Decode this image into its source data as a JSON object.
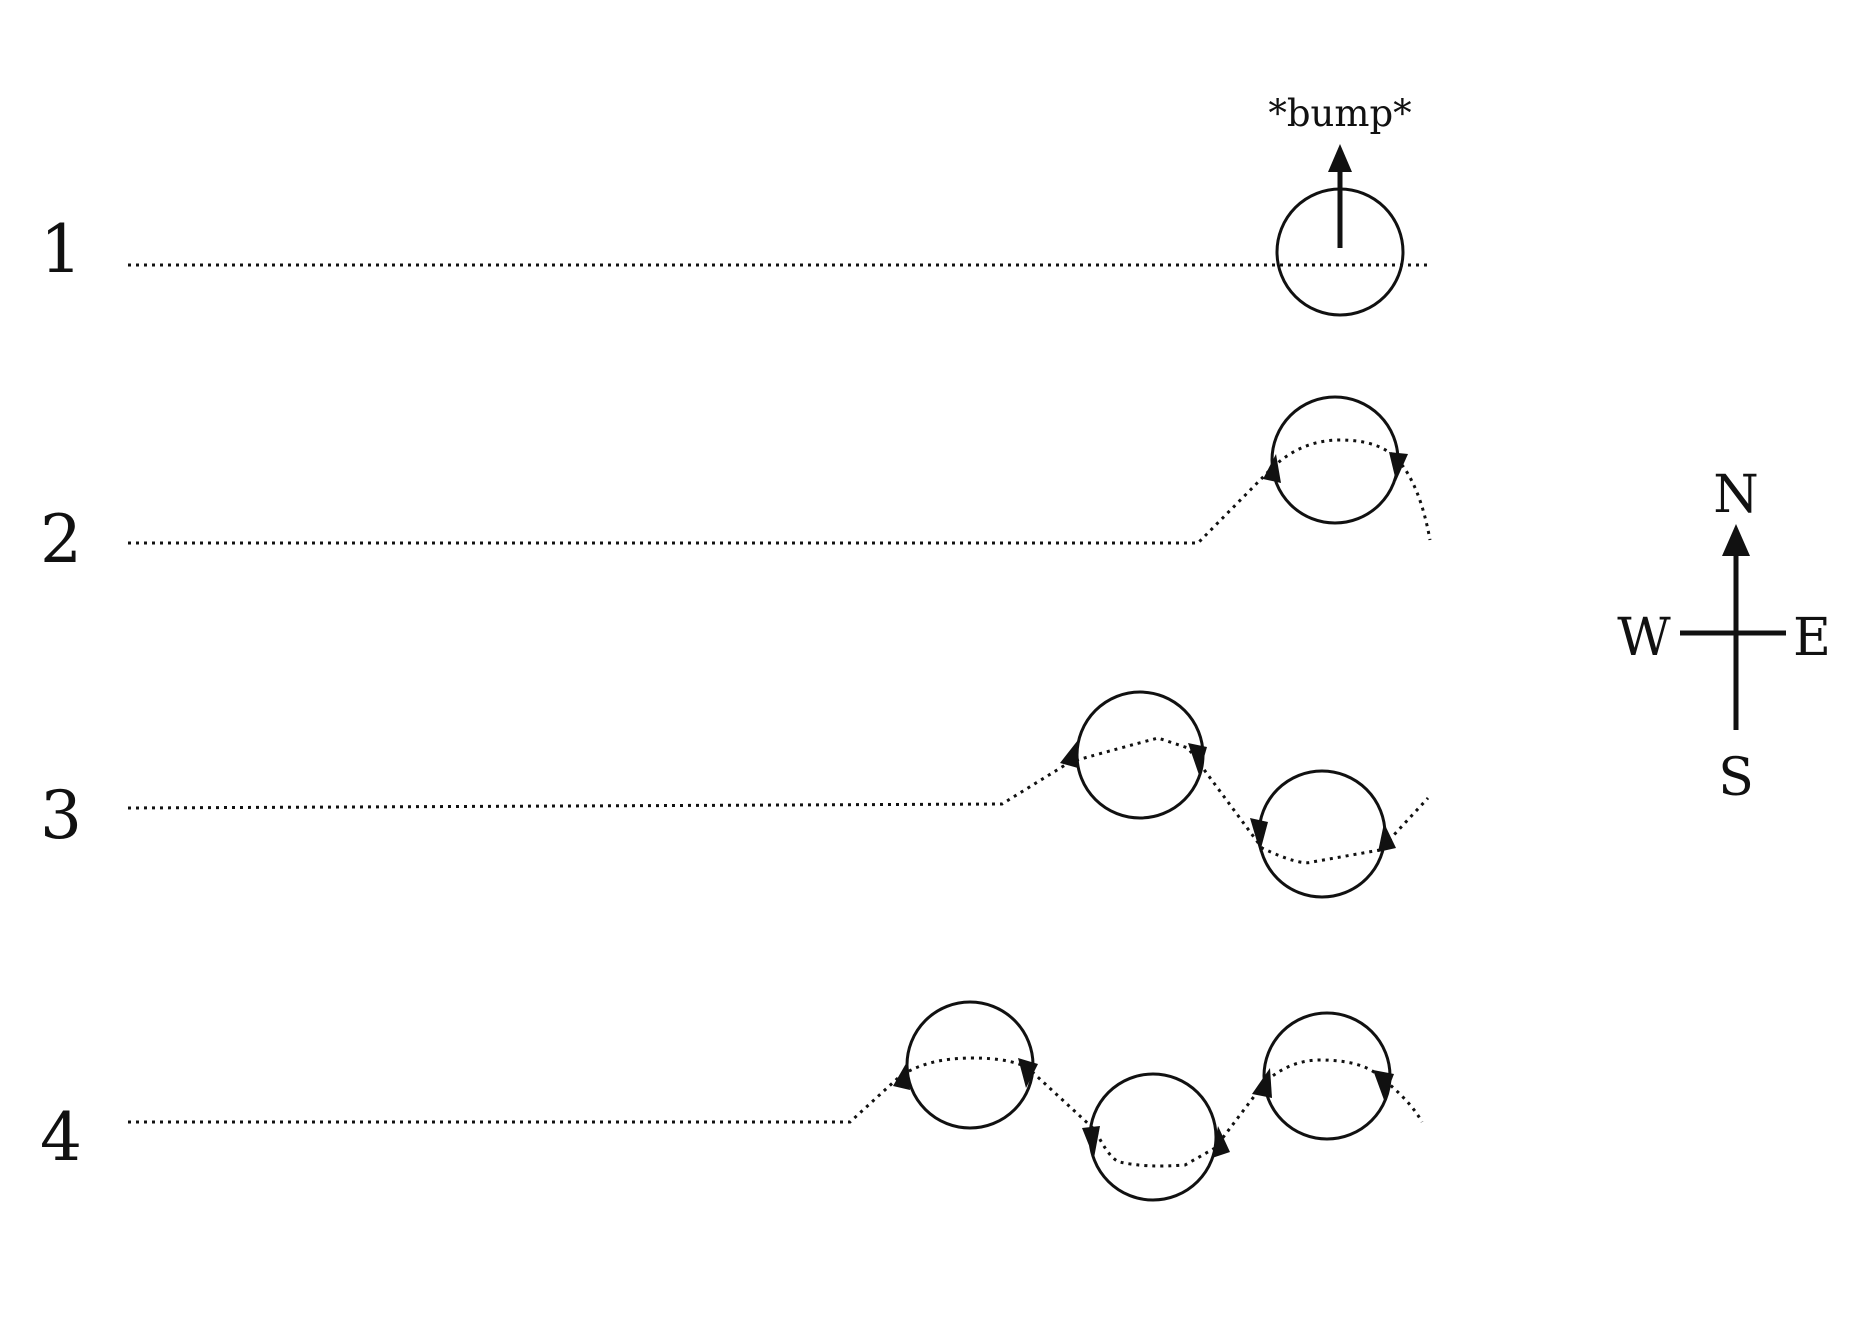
{
  "rows": [
    {
      "number": "1"
    },
    {
      "number": "2"
    },
    {
      "number": "3"
    },
    {
      "number": "4"
    }
  ],
  "bump_label": "*bump*",
  "compass": {
    "north": "N",
    "south": "S",
    "east": "E",
    "west": "W"
  },
  "colors": {
    "ink": "#111111",
    "background": "#ffffff"
  }
}
